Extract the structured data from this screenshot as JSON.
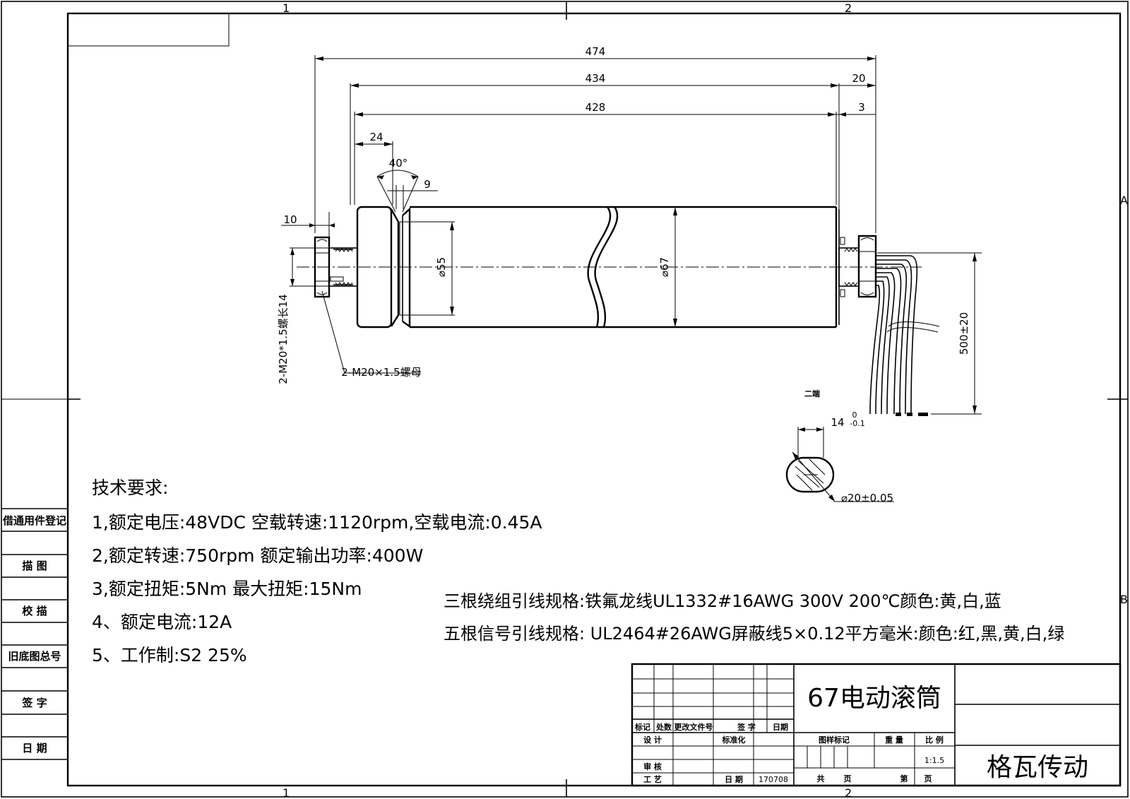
{
  "zones": {
    "col1": "1",
    "col2": "2",
    "rowA": "A",
    "rowB": "B"
  },
  "dimensions": {
    "overall": "474",
    "tube_span": "434",
    "tube_length": "428",
    "shaft_ext": "20",
    "gap": "3",
    "groove_offset": "24",
    "groove_angle": "40°",
    "groove_width": "9",
    "nut_width": "10",
    "groove_dia": "⌀55",
    "tube_dia": "⌀67",
    "thread_left": "2-M20*1.5螺长14",
    "nut_label": "2-M20×1.5螺母",
    "lead_length": "500±20",
    "end_label": "二端",
    "flat_width": "14",
    "flat_tol_upper": "0",
    "flat_tol_lower": "-0.1",
    "shaft_dia": "⌀20±0.05"
  },
  "requirements": {
    "heading": "技术要求:",
    "items": [
      "1,额定电压:48VDC  空载转速:1120rpm,空载电流:0.45A",
      "2,额定转速:750rpm  额定输出功率:400W",
      "3,额定扭矩:5Nm  最大扭矩:15Nm",
      "4、额定电流:12A",
      "5、工作制:S2 25%"
    ]
  },
  "lead_specs": [
    "三根绕组引线规格:铁氟龙线UL1332#16AWG 300V 200℃颜色:黄,白,蓝",
    "五根信号引线规格: UL2464#26AWG屏蔽线5×0.12平方毫米:颜色:红,黑,黄,白,绿"
  ],
  "side_panel": [
    "借通用件登记",
    "描 图",
    "校 描",
    "旧底图总号",
    "签 字",
    "日 期"
  ],
  "title_block": {
    "title": "67电动滚筒",
    "company": "格瓦传动",
    "revision_headers": [
      "标记",
      "处数",
      "更改文件号",
      "签 字",
      "日期"
    ],
    "design": "设 计",
    "standardize": "标准化",
    "review": "审 核",
    "process": "工 艺",
    "date_label": "日 期",
    "date_value": "170708",
    "sample_mark": "图样标记",
    "weight": "重 量",
    "scale_label": "比 例",
    "scale_value": "1:1.5",
    "total_label": "共",
    "sheet_label": "页",
    "num_label": "第",
    "num_sheet": "页"
  }
}
